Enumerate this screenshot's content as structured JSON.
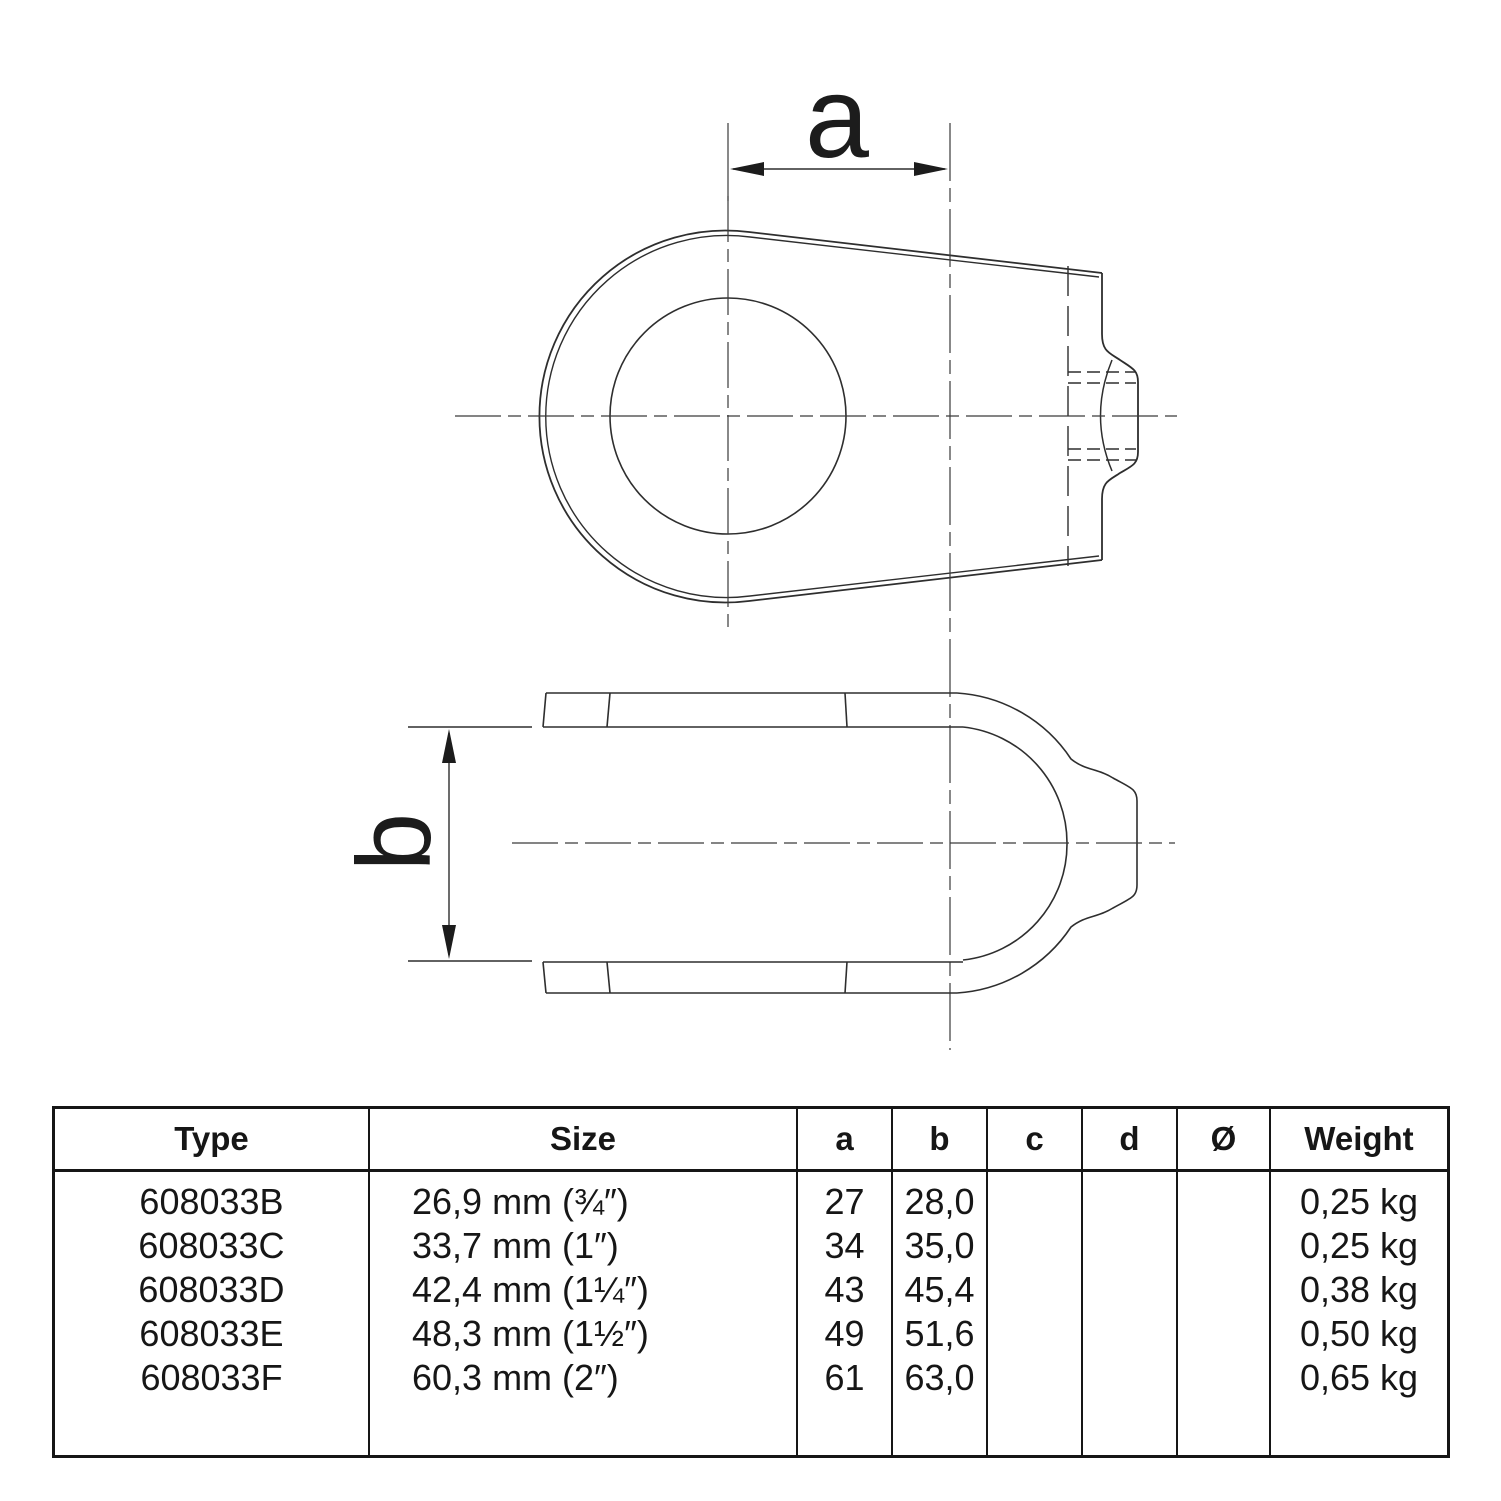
{
  "drawing": {
    "dim_a_label": "a",
    "dim_b_label": "b",
    "line_color": "#2e2e2e",
    "centerline_color": "#3a3a3a"
  },
  "table": {
    "headers": {
      "type": "Type",
      "size": "Size",
      "a": "a",
      "b": "b",
      "c": "c",
      "d": "d",
      "dia": "Ø",
      "weight": "Weight"
    },
    "rows": [
      {
        "type": "608033B",
        "size": "26,9 mm (¾″)",
        "a": "27",
        "b": "28,0",
        "c": "",
        "d": "",
        "dia": "",
        "weight": "0,25 kg"
      },
      {
        "type": "608033C",
        "size": "33,7 mm (1″)",
        "a": "34",
        "b": "35,0",
        "c": "",
        "d": "",
        "dia": "",
        "weight": "0,25 kg"
      },
      {
        "type": "608033D",
        "size": "42,4 mm (1¼″)",
        "a": "43",
        "b": "45,4",
        "c": "",
        "d": "",
        "dia": "",
        "weight": "0,38 kg"
      },
      {
        "type": "608033E",
        "size": "48,3 mm (1½″)",
        "a": "49",
        "b": "51,6",
        "c": "",
        "d": "",
        "dia": "",
        "weight": "0,50 kg"
      },
      {
        "type": "608033F",
        "size": "60,3 mm (2″)",
        "a": "61",
        "b": "63,0",
        "c": "",
        "d": "",
        "dia": "",
        "weight": "0,65 kg"
      }
    ]
  }
}
